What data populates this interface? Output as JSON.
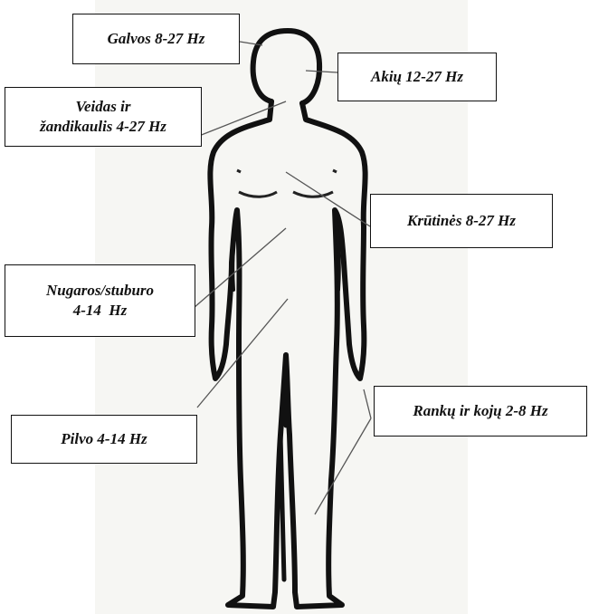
{
  "labels": {
    "head": "Galvos 8-27 Hz",
    "eyes": "Akių 12-27 Hz",
    "face_jaw": "Veidas ir\nžandikaulis 4-27 Hz",
    "chest": "Krūtinės 8-27 Hz",
    "back_spine": "Nugaros/stuburo\n4-14  Hz",
    "abdomen": "Pilvo 4-14 Hz",
    "limbs": "Rankų ir kojų 2-8 Hz"
  },
  "colors": {
    "outline": "#111111",
    "paper": "#f7f7f5",
    "background": "#ffffff"
  }
}
